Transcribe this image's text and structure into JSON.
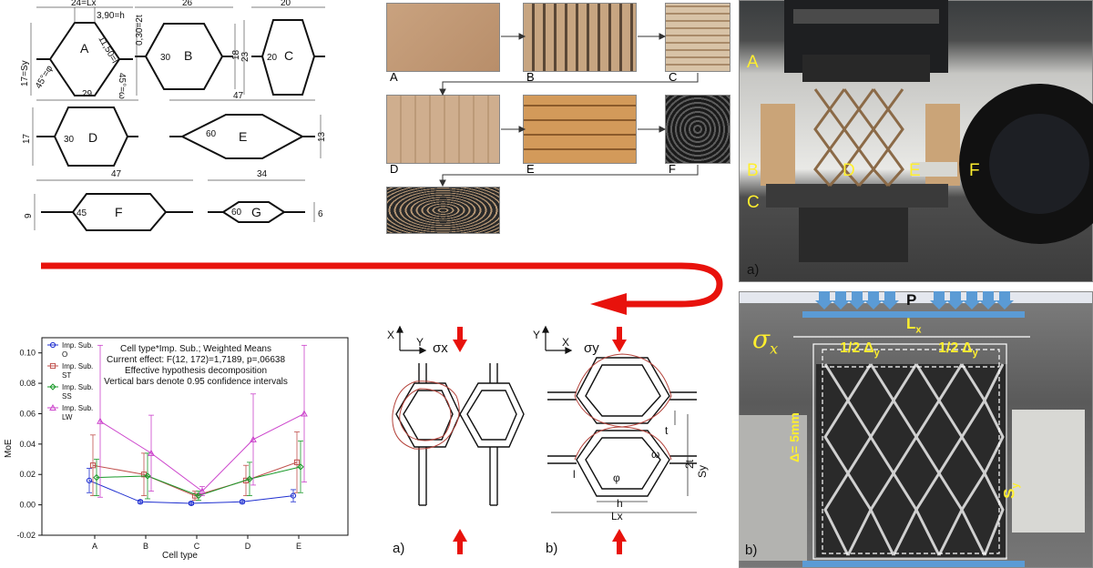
{
  "drawings": {
    "A": {
      "label": "A",
      "dims": [
        "24=Lx",
        "3,90=h",
        "11,50=l",
        "0,30=2t",
        "17=Sy",
        "45°=φ",
        "45°=ω"
      ]
    },
    "B": {
      "label": "B",
      "dims": [
        "26",
        "30",
        "18"
      ]
    },
    "C": {
      "label": "C",
      "dims": [
        "20",
        "20",
        "23"
      ]
    },
    "D": {
      "label": "D",
      "dims": [
        "29",
        "17",
        "30"
      ]
    },
    "E": {
      "label": "E",
      "dims": [
        "47",
        "60",
        "13"
      ]
    },
    "F": {
      "label": "F",
      "dims": [
        "47",
        "45",
        "9"
      ]
    },
    "G": {
      "label": "G",
      "dims": [
        "34",
        "60",
        "6"
      ]
    }
  },
  "process": {
    "steps": [
      "A",
      "B",
      "C",
      "D",
      "E",
      "F"
    ]
  },
  "press_photo": {
    "letters": [
      "A",
      "B",
      "C",
      "D",
      "E",
      "F"
    ],
    "caption": "a)"
  },
  "loading_photo": {
    "load": "P",
    "lx": "L",
    "lx_sub": "x",
    "sigma": "σ",
    "sigma_sub": "x",
    "half_left": "1/2 Δ",
    "half_left_sub": "y",
    "half_right": "1/2 Δ",
    "half_right_sub": "y",
    "delta": "Δ",
    "delta_eq": "= 5mm",
    "sy": "S",
    "sy_sub": "y",
    "caption": "b)"
  },
  "cell_diagrams": {
    "left": {
      "axis_x": "X",
      "axis_y": "Y",
      "stress": "σx",
      "caption": "a)"
    },
    "right": {
      "axis_y": "Y",
      "axis_x": "X",
      "stress": "σy",
      "labels": [
        "t",
        "2t",
        "Sy",
        "l",
        "φ",
        "ω",
        "h",
        "Lx"
      ],
      "caption": "b)"
    }
  },
  "chart_data": {
    "type": "line",
    "title_lines": [
      "Cell type*Imp. Sub.; Weighted Means",
      "Current effect: F(12, 172)=1,7189, p=,06638",
      "Effective hypothesis decomposition",
      "Vertical bars denote 0.95 confidence intervals"
    ],
    "xlabel": "Cell type",
    "ylabel": "MoE",
    "categories": [
      "A",
      "B",
      "C",
      "D",
      "E"
    ],
    "ylim": [
      -0.02,
      0.11
    ],
    "yticks": [
      "-0.02",
      "0.00",
      "0.02",
      "0.04",
      "0.06",
      "0.08",
      "0.10"
    ],
    "series": [
      {
        "name": "Imp. Sub. O",
        "color": "#1f2fd0",
        "marker": "circle",
        "values": [
          0.016,
          0.002,
          0.001,
          0.002,
          0.006
        ],
        "ci": [
          [
            0.008,
            0.024
          ],
          [
            0.001,
            0.003
          ],
          [
            0.0,
            0.002
          ],
          [
            0.001,
            0.003
          ],
          [
            0.002,
            0.01
          ]
        ]
      },
      {
        "name": "Imp. Sub. ST",
        "color": "#c0504d",
        "marker": "square",
        "values": [
          0.026,
          0.02,
          0.006,
          0.016,
          0.028
        ],
        "ci": [
          [
            0.006,
            0.046
          ],
          [
            0.006,
            0.034
          ],
          [
            0.003,
            0.009
          ],
          [
            0.006,
            0.026
          ],
          [
            0.008,
            0.048
          ]
        ]
      },
      {
        "name": "Imp. Sub. SS",
        "color": "#1a9a2a",
        "marker": "diamond",
        "values": [
          0.018,
          0.019,
          0.006,
          0.017,
          0.025
        ],
        "ci": [
          [
            0.006,
            0.03
          ],
          [
            0.004,
            0.034
          ],
          [
            0.003,
            0.009
          ],
          [
            0.006,
            0.028
          ],
          [
            0.008,
            0.042
          ]
        ]
      },
      {
        "name": "Imp. Sub. LW",
        "color": "#cc44cc",
        "marker": "triangle",
        "values": [
          0.055,
          0.034,
          0.009,
          0.043,
          0.06
        ],
        "ci": [
          [
            0.005,
            0.105
          ],
          [
            0.009,
            0.059
          ],
          [
            0.006,
            0.012
          ],
          [
            0.013,
            0.073
          ],
          [
            0.015,
            0.105
          ]
        ]
      }
    ]
  }
}
